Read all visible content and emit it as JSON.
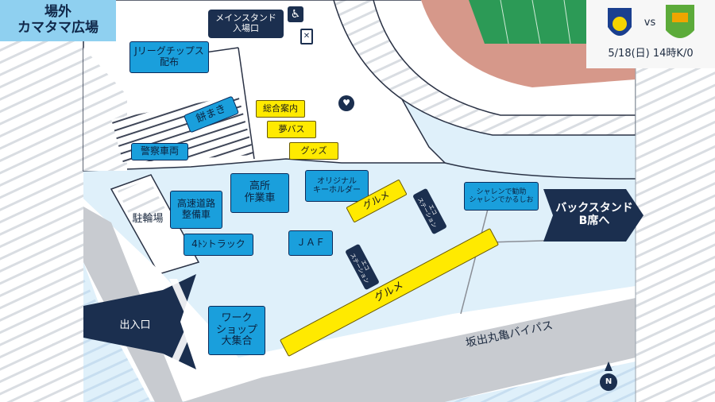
{
  "title": "場外\nカマタマ広場",
  "match": {
    "vs_label": "vs",
    "datetime": "5/18(日) 14時K/0",
    "colors": {
      "home_blue": "#1a3f8f",
      "home_yellow": "#f5d400",
      "away_green": "#5cab3a"
    }
  },
  "gates": {
    "main_stand_entrance": "メインスタンド\n入場口",
    "back_stand": "バックスタンド\nB席へ",
    "entrance_exit": "出入口"
  },
  "facilities_blue": {
    "jleague_chips": "Jリーグチップス\n配布",
    "mochimaki": "餅まき",
    "police": "警察車両",
    "highway_vehicle": "高速道路\n整備車",
    "high_place_work": "高所\n作業車",
    "original_keyholder": "オリジナル\nキーホルダー",
    "truck_4t": "4ﾄﾝトラック",
    "jaf": "ＪＡＦ",
    "workshop": "ワーク\nショップ\n大集合",
    "shuttlecock": "シャレンで勧助\nシャレンでかるしお"
  },
  "facilities_yellow": {
    "info": "総合案内",
    "dream_bus": "夢バス",
    "goods": "グッズ",
    "gourmet_small": "グルメ",
    "gourmet_large": "グルメ"
  },
  "eco_station": "エコ\nステーション",
  "parking": "駐輪場",
  "road": "坂出丸亀バイパス",
  "compass": "N",
  "icons": [
    "wheelchair-icon",
    "drink-cup-icon",
    "aed-icon",
    "compass-icon"
  ],
  "palette": {
    "plaza": "#dff0fa",
    "building": "#ffffff",
    "road": "#c8cbd0",
    "track": "#d6988a",
    "pitch": "#2c9a56",
    "navy": "#1b2f4f",
    "blue_box": "#1a9fdc",
    "yellow_box": "#ffea00"
  }
}
